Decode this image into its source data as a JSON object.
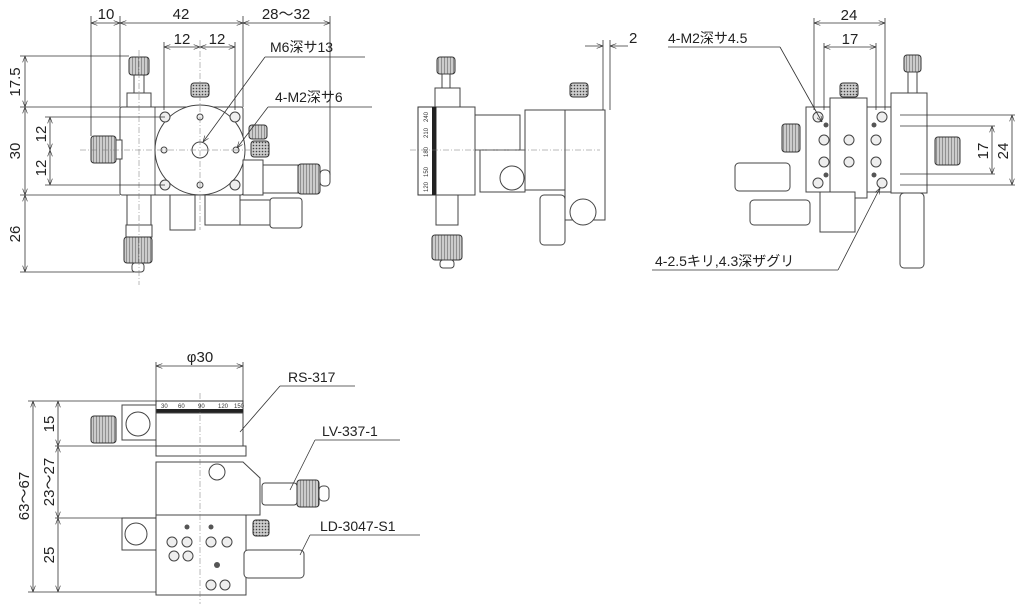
{
  "top_view": {
    "dims": {
      "left_offset": "10",
      "width": "42",
      "micrometer_reach": "28～32",
      "hole_pitch_left": "12",
      "hole_pitch_right": "12",
      "knob_height": "17.5",
      "body_height": "30",
      "hole_pitch_upper": "12",
      "hole_pitch_lower": "12",
      "micrometer_height": "26"
    },
    "callouts": {
      "center_hole": "M6深サ13",
      "mount_holes": "4-M2深サ6"
    }
  },
  "side_view": {
    "dims": {
      "gap": "2"
    },
    "dial_scale": [
      "240",
      "210",
      "180",
      "150",
      "120"
    ]
  },
  "bottom_view": {
    "dims": {
      "outer_pitch_h": "24",
      "inner_pitch_h": "17",
      "outer_pitch_v": "24",
      "inner_pitch_v": "17"
    },
    "callouts": {
      "tapped_holes": "4-M2深サ4.5",
      "counterbore_holes": "4-2.5キリ,4.3深ザグリ"
    }
  },
  "front_view": {
    "dims": {
      "diameter": "φ30",
      "total_height": "63～67",
      "rotary_height": "15",
      "goniometer_height": "23～27",
      "xy_height": "25"
    },
    "parts": {
      "rotary": "RS-317",
      "goniometer": "LV-337-1",
      "xy_stage": "LD-3047-S1"
    },
    "scale": [
      "30",
      "60",
      "90",
      "120",
      "150"
    ]
  }
}
